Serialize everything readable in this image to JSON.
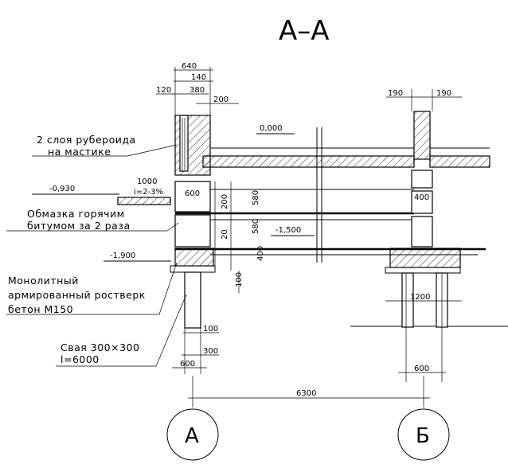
{
  "title": "А–А",
  "labels": {
    "ruberoid_1": "2 слоя рубероида",
    "ruberoid_2": "на мастике",
    "bitumen_1": "Обмазка горячим",
    "bitumen_2": "битумом за 2 раза",
    "grillage_1": "Монолитный",
    "grillage_2": "армированный ростверк",
    "grillage_3": "бетон М150",
    "pile_1": "Свая 300×300",
    "pile_2": "l=6000",
    "slope": "i=2-3%"
  },
  "levels": {
    "zero": "0,000",
    "minus_0930": "-0,930",
    "minus_1500": "-1,500",
    "minus_1900": "-1,900"
  },
  "dims": {
    "d640": "640",
    "d140": "140",
    "d120": "120",
    "d380": "380",
    "d200_top": "200",
    "d190_left": "190",
    "d190_right": "190",
    "d1000": "1000",
    "d600_wall": "600",
    "d200_a": "200",
    "d580_a": "580",
    "d580_b": "580",
    "d20": "20",
    "d400_a": "400",
    "d400_b": "400",
    "d100_a": "100",
    "d100_b": "100",
    "d300": "300",
    "d600_left": "600",
    "d1200": "1200",
    "d600_right": "600",
    "d6300": "6300"
  },
  "axes": {
    "a": "А",
    "b": "Б"
  }
}
